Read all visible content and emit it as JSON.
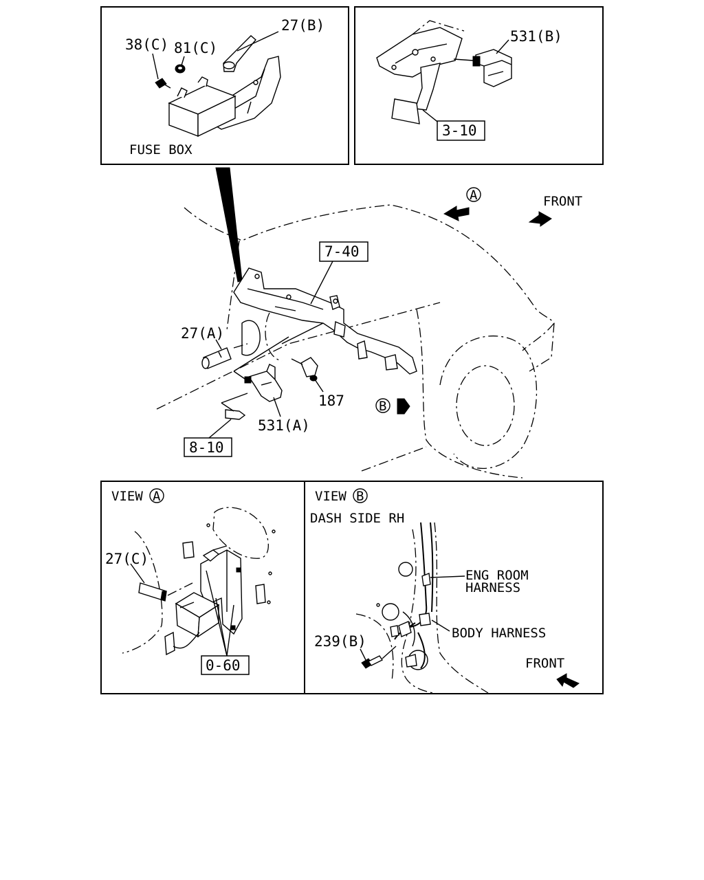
{
  "top_left_panel": {
    "labels": {
      "part_27b": "27(B)",
      "part_38c": "38(C)",
      "part_81c": "81(C)",
      "fuse_box": "FUSE BOX"
    }
  },
  "top_right_panel": {
    "labels": {
      "part_531b": "531(B)",
      "ref_3_10": "3-10"
    }
  },
  "main_view": {
    "labels": {
      "view_a_marker": "A",
      "front": "FRONT",
      "ref_7_40": "7-40",
      "part_27a": "27(A)",
      "part_187": "187",
      "view_b_marker": "B",
      "part_531a": "531(A)",
      "ref_8_10": "8-10"
    }
  },
  "view_a_panel": {
    "title_prefix": "VIEW",
    "title_marker": "A",
    "labels": {
      "part_27c": "27(C)",
      "ref_0_60": "0-60"
    }
  },
  "view_b_panel": {
    "title_prefix": "VIEW",
    "title_marker": "B",
    "subtitle": "DASH SIDE RH",
    "labels": {
      "eng_room_line1": "ENG ROOM",
      "eng_room_line2": "HARNESS",
      "body_harness": "BODY HARNESS",
      "part_239b": "239(B)",
      "front": "FRONT"
    }
  }
}
